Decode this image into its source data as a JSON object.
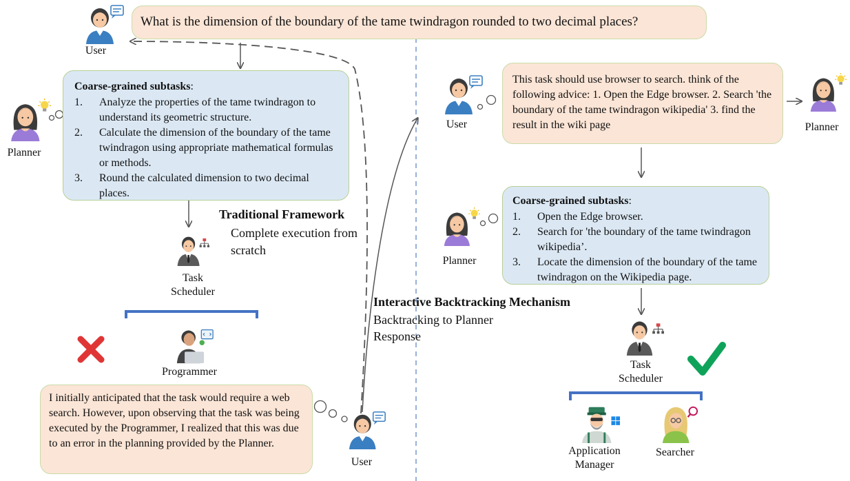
{
  "question": "What is the dimension of the boundary of the tame twindragon rounded to two decimal places?",
  "roles": {
    "user": "User",
    "planner": "Planner",
    "task_scheduler": "Task Scheduler",
    "programmer": "Programmer",
    "application_manager": "Application Manager",
    "searcher": "Searcher"
  },
  "left_plan": {
    "title": "Coarse-grained subtasks",
    "items": [
      "Analyze the properties of the tame twindragon to understand its geometric structure.",
      "Calculate the dimension of the boundary of the tame twindragon using appropriate mathematical formulas or methods.",
      "Round the calculated dimension to two decimal places."
    ]
  },
  "traditional": {
    "title": "Traditional Framework",
    "desc": "Complete execution from scratch"
  },
  "interactive": {
    "title": "Interactive Backtracking Mechanism",
    "desc": "Backtracking to Planner Response"
  },
  "user_feedback": "I initially anticipated that the task would require a web search. However, upon observing that the task was being executed by the Programmer, I realized that this was due to an error in the planning provided by the Planner.",
  "user_advice": "This task should use browser to search. think of the following advice: 1. Open the Edge browser. 2. Search 'the boundary of the tame twindragon wikipedia' 3. find the result in the wiki page",
  "right_plan": {
    "title": "Coarse-grained subtasks",
    "items": [
      "Open the Edge browser.",
      "Search for 'the boundary of the tame twindragon wikipedia’.",
      "Locate the dimension of the boundary of the tame twindragon on the Wikipedia page."
    ]
  },
  "colors": {
    "peach_box": "#fbe5d6",
    "blue_box": "#dbe8f4",
    "box_border": "#c9dca8",
    "bracket": "#4472c4",
    "cross": "#e03535",
    "check": "#0fa35a"
  }
}
